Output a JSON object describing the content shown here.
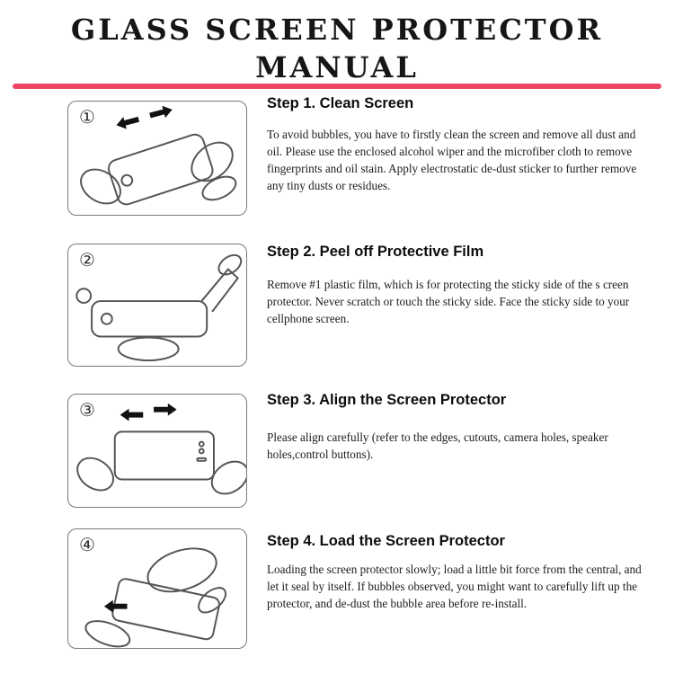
{
  "header": {
    "title_line1": "GLASS SCREEN PROTECTOR",
    "title_line2": "MANUAL"
  },
  "colors": {
    "divider": "#ee4463"
  },
  "steps": [
    {
      "number": "①",
      "heading": "Step 1. Clean Screen",
      "body": "To avoid bubbles, you have to firstly clean the screen and remove all dust and oil. Please use the enclosed alcohol wiper and the microfiber cloth to remove fingerprints and oil stain. Apply electrostatic de-dust sticker to further remove any tiny dusts or residues."
    },
    {
      "number": "②",
      "heading": "Step 2. Peel off Protective Film",
      "body": "Remove #1 plastic film, which is for protecting the sticky side of the s creen protector. Never scratch or touch the sticky side. Face the sticky side to your cellphone screen."
    },
    {
      "number": "③",
      "heading": "Step 3. Align the Screen Protector",
      "body": "Please align carefully (refer to the edges, cutouts, camera holes, speaker holes,control buttons)."
    },
    {
      "number": "④",
      "heading": "Step 4. Load the Screen Protector",
      "body": "Loading the screen protector slowly; load a little bit force from the central, and let it seal by itself. If bubbles observed, you might want to carefully lift up the protector, and de-dust the bubble area before re-install."
    }
  ]
}
